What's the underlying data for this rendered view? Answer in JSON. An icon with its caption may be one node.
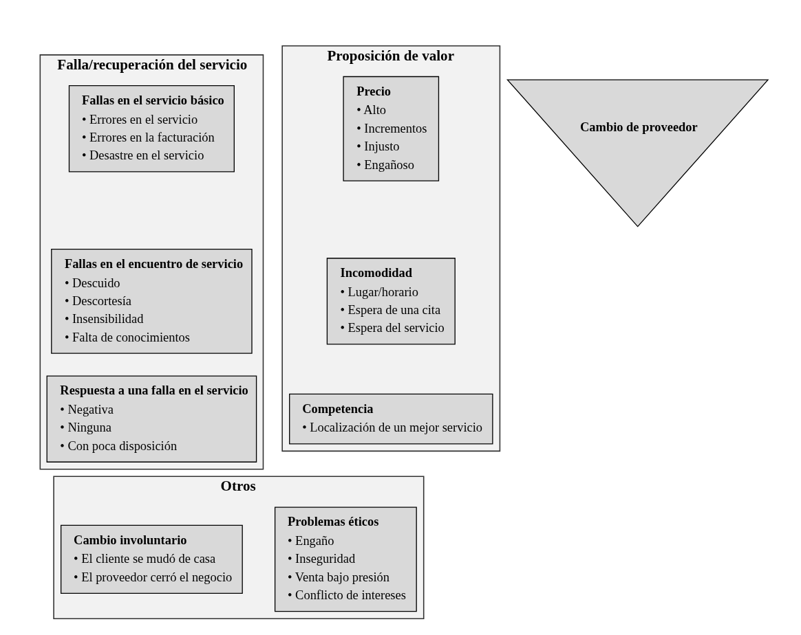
{
  "diagram": {
    "nodes": [
      {
        "text": [
          "Falla/recuperación del servicio"
        ]
      },
      {
        "text": [
          "Fallas en el servicio básico",
          "• Errores en el servicio",
          "• Errores en la facturación",
          "• Desastre en el servicio"
        ],
        "in": 0
      },
      {
        "text": [
          "Fallas en el encuentro de servicio",
          "• Descuido",
          "• Descortesía",
          "• Insensibilidad",
          "• Falta de conocimientos"
        ],
        "in": 0
      },
      {
        "text": [
          "Respuesta a una falla en el servicio",
          "• Negativa",
          "• Ninguna",
          "• Con poca disposición"
        ],
        "in": 0
      },
      {
        "text": [
          "Proposición de valor"
        ]
      },
      {
        "text": [
          "Precio",
          "• Alto",
          "• Incrementos",
          "• Injusto",
          "• Engañoso"
        ],
        "in": 4
      },
      {
        "text": [
          "Incomodidad",
          "• Lugar/horario",
          "• Espera de una cita",
          "• Espera del servicio"
        ],
        "in": 4
      },
      {
        "text": [
          "Competencia",
          "• Localización de un mejor servicio"
        ],
        "in": 4
      },
      {
        "text": [
          "Cambio de proveedor"
        ]
      },
      {
        "text": [
          "Otros"
        ]
      },
      {
        "text": [
          "Cambio involuntario",
          "• El cliente se mudó de casa",
          "• El proveedor cerró el negocio"
        ],
        "in": 9
      },
      {
        "text": [
          "Problemas éticos",
          "• Engaño",
          "• Inseguridad",
          "• Venta bajo presión",
          "• Conflicto de intereses"
        ],
        "in": 9
      }
    ],
    "edges": []
  }
}
